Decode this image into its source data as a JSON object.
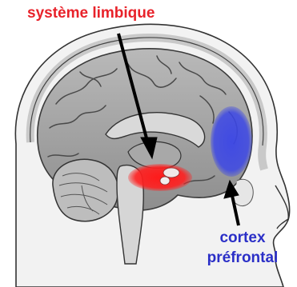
{
  "labels": {
    "limbic": "système limbique",
    "cortex_line1": "cortex",
    "cortex_line2": "préfrontal"
  },
  "colors": {
    "limbic": "#e8222a",
    "cortex": "#2b2fc7",
    "highlight_cortex": "#3b46e6",
    "highlight_limbic": "#ff1a1a"
  }
}
